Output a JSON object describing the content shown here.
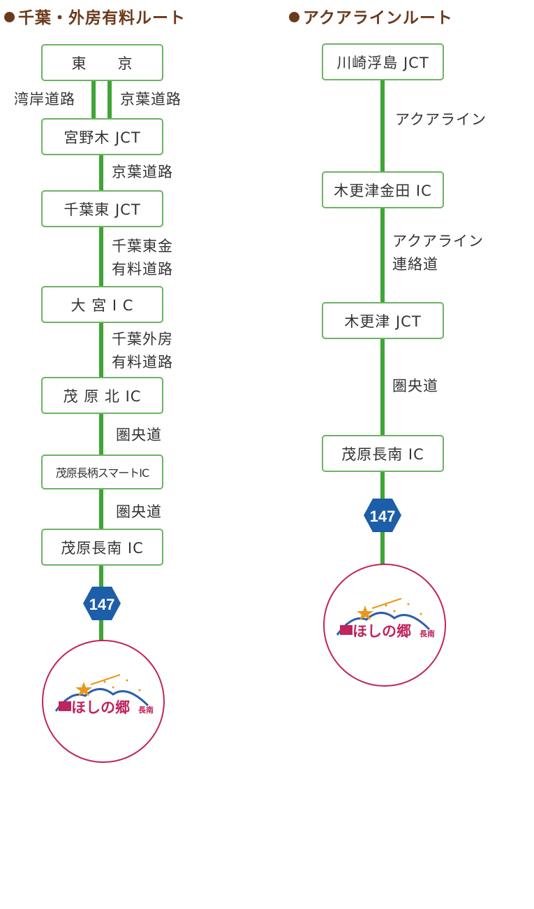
{
  "left_route": {
    "heading": "千葉・外房有料ルート",
    "nodes": {
      "tokyo": "東　　京",
      "miyanogi": "宮野木 JCT",
      "chibahigashi": "千葉東 JCT",
      "omiya": "大 宮 I C",
      "mobarakita": "茂 原 北 IC",
      "nagara": "茂原長柄スマートIC",
      "chonan": "茂原長南 IC"
    },
    "segments": {
      "wangan": "湾岸道路",
      "keiyo1": "京葉道路",
      "keiyo2": "京葉道路",
      "higashikane_1": "千葉東金",
      "higashikane_2": "有料道路",
      "sotobo_1": "千葉外房",
      "sotobo_2": "有料道路",
      "kenodo1": "圏央道",
      "kenodo2": "圏央道"
    },
    "route_number": "147",
    "logo": {
      "main": "ほしの郷",
      "sub": "長南"
    }
  },
  "right_route": {
    "heading": "アクアラインルート",
    "nodes": {
      "kawasaki": "川崎浮島 JCT",
      "kisarazu_kaneda": "木更津金田 IC",
      "kisarazu_jct": "木更津 JCT",
      "chonan": "茂原長南 IC"
    },
    "segments": {
      "aqualine": "アクアライン",
      "renraku_1": "アクアライン",
      "renraku_2": "連絡道",
      "kenodo": "圏央道"
    },
    "route_number": "147",
    "logo": {
      "main": "ほしの郷",
      "sub": "長南"
    }
  },
  "colors": {
    "heading": "#6b3a1c",
    "road_line": "#3fa535",
    "box_border": "#6cb363",
    "route_sign": "#1d5ea8",
    "logo_circle": "#c0245f",
    "logo_text": "#c0245f",
    "logo_mountain": "#2f5fa8",
    "logo_star": "#e8981a"
  }
}
